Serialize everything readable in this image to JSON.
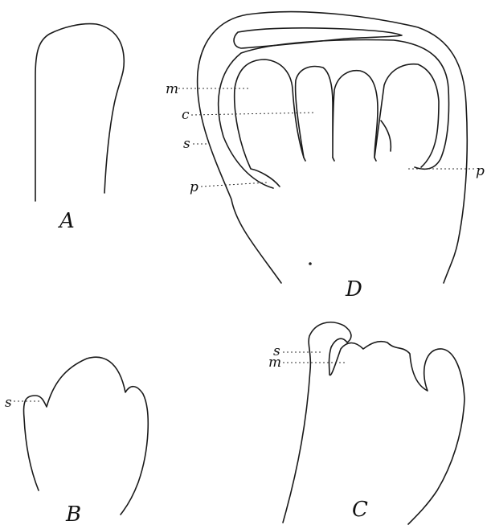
{
  "figure": {
    "panels": {
      "A": {
        "label": "A"
      },
      "B": {
        "label": "B",
        "parts": {
          "s": "s"
        }
      },
      "C": {
        "label": "C",
        "parts": {
          "s": "s",
          "m": "m"
        }
      },
      "D": {
        "label": "D",
        "parts": {
          "m": "m",
          "c": "c",
          "s": "s",
          "p_left": "p",
          "p_right": "p"
        }
      }
    }
  }
}
